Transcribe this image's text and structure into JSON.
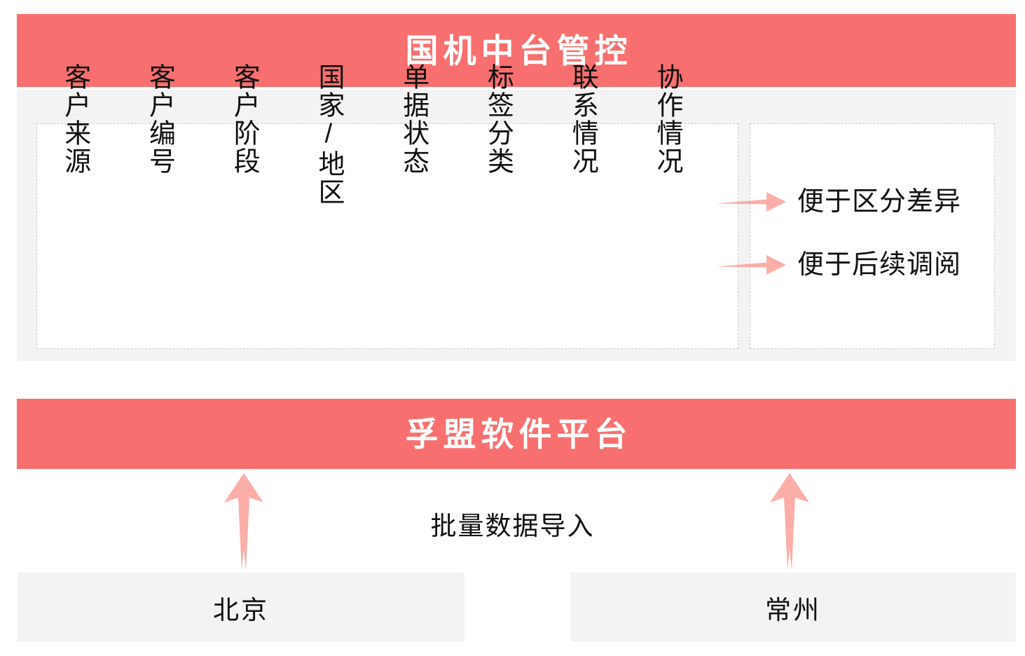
{
  "banners": {
    "top": {
      "title": "国机中台管控"
    },
    "bottom": {
      "title": "孚盟软件平台"
    }
  },
  "attributes": [
    {
      "label": "客户来源"
    },
    {
      "label": "客户编号"
    },
    {
      "label": "客户阶段"
    },
    {
      "label": "国家/地区"
    },
    {
      "label": "单据状态"
    },
    {
      "label": "标签分类"
    },
    {
      "label": "联系情况"
    },
    {
      "label": "协作情况"
    }
  ],
  "benefits": [
    {
      "label": "便于区分差异"
    },
    {
      "label": "便于后续调阅"
    }
  ],
  "import": {
    "caption": "批量数据导入"
  },
  "sources": [
    {
      "label": "北京"
    },
    {
      "label": "常州"
    }
  ],
  "colors": {
    "banner": "#F7706F",
    "panel": "#F3F3F3",
    "arrow": "#FBAEA8",
    "dashed_border": "#C9C9C9",
    "text": "#111111",
    "banner_text": "#FFFFFF"
  }
}
